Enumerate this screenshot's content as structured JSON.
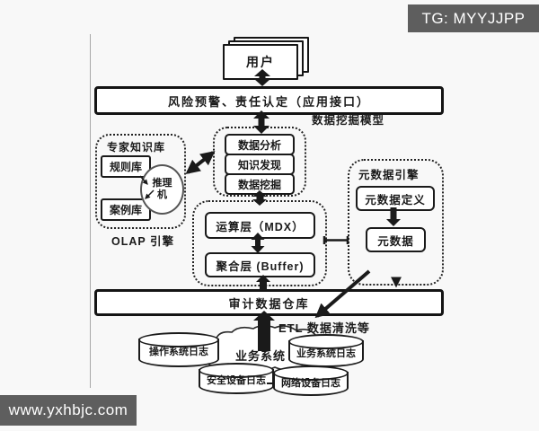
{
  "colors": {
    "ink": "#1a1a1a",
    "watermark_bg": "#5e5e5e",
    "watermark_text": "#ffffff",
    "page_bg": "#f8f8f8",
    "box_bg": "#ffffff"
  },
  "watermarks": {
    "top_right": "TG: MYYJJPP",
    "bottom_left": "www.yxhbjc.com"
  },
  "nodes": {
    "users": "用户",
    "app_bar": "风险预警、责任认定（应用接口）",
    "mining_label": "数据挖掘模型",
    "mining_items": [
      "数据分析",
      "知识发现",
      "数据挖掘"
    ],
    "expert_title": "专家知识库",
    "rule_base": "规则库",
    "case_base": "案例库",
    "inference_engine": "推理机",
    "olap_label": "OLAP 引擎",
    "compute_layer": "运算层（MDX）",
    "buffer_layer": "聚合层 (Buffer)",
    "meta_title": "元数据引擎",
    "meta_def": "元数据定义",
    "meta": "元数据",
    "warehouse_bar": "审计数据仓库",
    "etl_label": "ETL 数据清洗等",
    "cloud": "业务系统",
    "os_log": "操作系统日志",
    "biz_log": "业务系统日志",
    "sec_log": "安全设备日志",
    "net_log": "网络设备日志"
  }
}
